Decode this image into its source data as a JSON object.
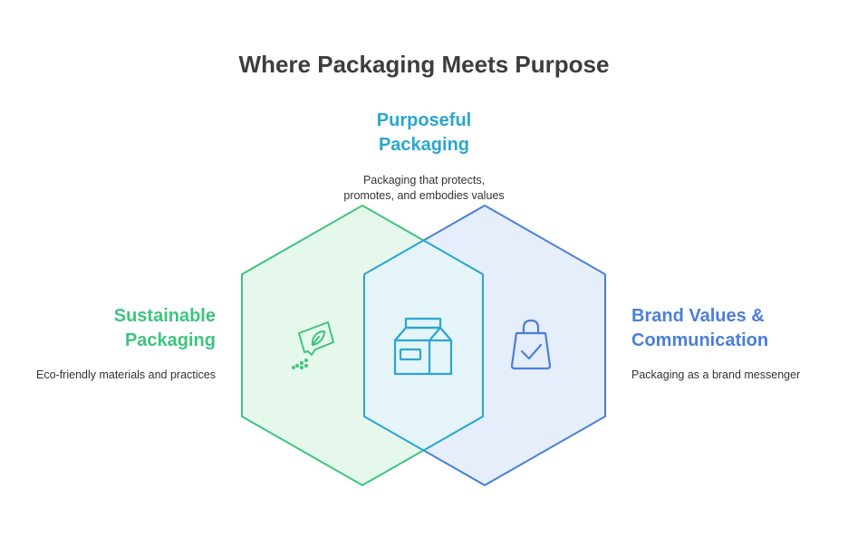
{
  "title": "Where Packaging Meets Purpose",
  "colors": {
    "green": "#3ec47f",
    "teal": "#2aa6cf",
    "blue": "#4a7fd8",
    "green_fill": "#e3f6ea",
    "blue_fill": "#e6eefb",
    "overlap_fill": "#e4f4f8"
  },
  "sets": {
    "top": {
      "heading_line1": "Purposeful",
      "heading_line2": "Packaging",
      "desc_line1": "Packaging that protects,",
      "desc_line2": "promotes, and embodies values",
      "icon": "milk-carton-icon"
    },
    "left": {
      "heading_line1": "Sustainable",
      "heading_line2": "Packaging",
      "desc_line1": "Eco-friendly materials and practices",
      "icon": "eco-leaf-sign-icon"
    },
    "right": {
      "heading_line1": "Brand Values &",
      "heading_line2": "Communication",
      "desc_line1": "Packaging as a brand messenger",
      "icon": "shopping-bag-check-icon"
    }
  }
}
